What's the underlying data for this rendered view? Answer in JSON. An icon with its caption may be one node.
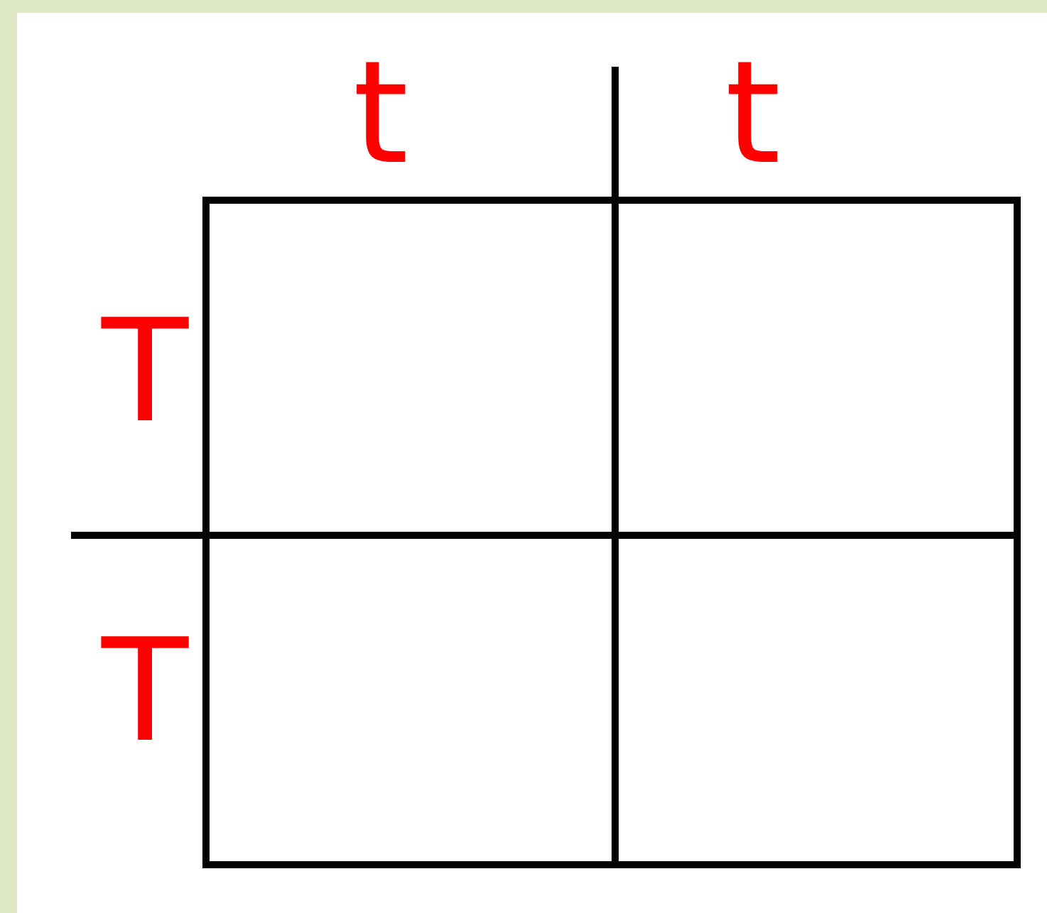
{
  "diagram": {
    "labels": [
      "t",
      "t",
      "T",
      "T"
    ]
  }
}
